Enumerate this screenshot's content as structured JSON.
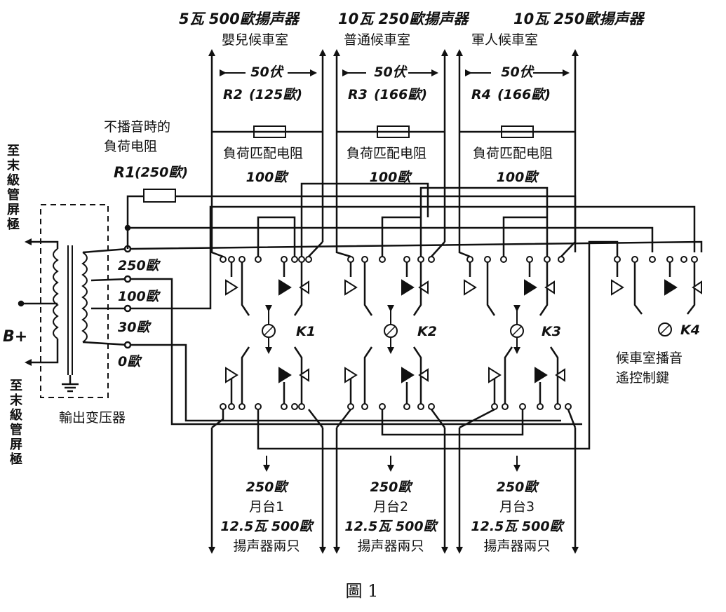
{
  "top_speakers": [
    {
      "spec": "5瓦 500歐揚声器",
      "room": "嬰兒候車室",
      "volt": "50伏",
      "r_name": "R2",
      "r_val": "(125歐)",
      "load_label": "負荷匹配电阻",
      "load_val": "100歐"
    },
    {
      "spec": "10瓦 250歐揚声器",
      "room": "普通候車室",
      "volt": "50伏",
      "r_name": "R3",
      "r_val": "(166歐)",
      "load_label": "負荷匹配电阻",
      "load_val": "100歐"
    },
    {
      "spec": "10瓦 250歐揚声器",
      "room": "軍人候車室",
      "volt": "50伏",
      "r_name": "R4",
      "r_val": "(166歐)",
      "load_label": "負荷匹配电阻",
      "load_val": "100歐"
    }
  ],
  "bottom_platforms": [
    {
      "imp": "250歐",
      "name": "月台1",
      "spec": "12.5瓦 500歐",
      "count": "揚声器兩只"
    },
    {
      "imp": "250歐",
      "name": "月台2",
      "spec": "12.5瓦 500歐",
      "count": "揚声器兩只"
    },
    {
      "imp": "250歐",
      "name": "月台3",
      "spec": "12.5瓦 500歐",
      "count": "揚声器兩只"
    }
  ],
  "r1": {
    "note_line1": "不播音時的",
    "note_line2": "負荷电阻",
    "name": "R1",
    "value": "(250歐)"
  },
  "taps": [
    "250歐",
    "100歐",
    "30歐",
    "0歐"
  ],
  "transformer_label": "輸出变压器",
  "plate_top": "至末級管屏極",
  "plate_bottom": "至末級管屏極",
  "b_plus": "B+",
  "keys": [
    "K1",
    "K2",
    "K3",
    "K4"
  ],
  "k4_label_line1": "候車室播音",
  "k4_label_line2": "遙控制鍵",
  "caption": "圖 1",
  "colors": {
    "ink": "#111111",
    "paper": "#ffffff"
  }
}
